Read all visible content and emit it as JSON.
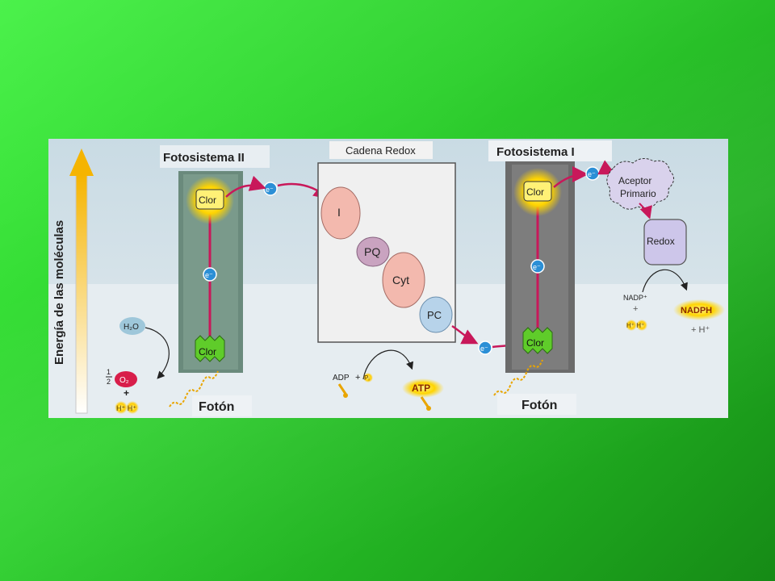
{
  "diagram": {
    "energy_axis_label": "Energía de las moléculas",
    "photosystem_2": {
      "title": "Fotosistema II",
      "upper_pigment": "Clor",
      "lower_pigment": "Clor",
      "electron": "e⁻",
      "photon_label": "Fotón",
      "water": "H₂O",
      "oxygen_fraction_num": "1",
      "oxygen_fraction_den": "2",
      "oxygen": "O₂",
      "plus": "+",
      "protons": "H⁺ H⁺"
    },
    "redox_chain": {
      "title": "Cadena Redox",
      "carrier_1": "I",
      "carrier_2": "PQ",
      "carrier_3": "Cyt",
      "carrier_4": "PC",
      "adp": "ADP",
      "plus": "+",
      "pi": "Pᵢ",
      "atp": "ATP",
      "electron": "e⁻"
    },
    "photosystem_1": {
      "title": "Fotosistema I",
      "upper_pigment": "Clor",
      "lower_pigment": "Clor",
      "electron": "e⁻",
      "photon_label": "Fotón",
      "acceptor_line1": "Aceptor",
      "acceptor_line2": "Primario",
      "redox_box": "Redox",
      "nadp": "NADP⁺",
      "plus": "+",
      "protons": "H⁺ H⁺",
      "nadph": "NADPH",
      "plus_h": "+ H⁺"
    }
  },
  "colors": {
    "slide_bg": "#2fd02f",
    "figure_bg": "#dbe6ee",
    "photosystem_column": "#6a8a7c",
    "redox_panel": "#f0f0f0",
    "electron_path": "#c8185a",
    "chlorophyll_upper": "#ffe200",
    "chlorophyll_lower": "#5fcc2a",
    "electron_dot": "#2b8fd6",
    "energy_arrow": "#f5b400",
    "atp_glow": "#ffd300"
  }
}
